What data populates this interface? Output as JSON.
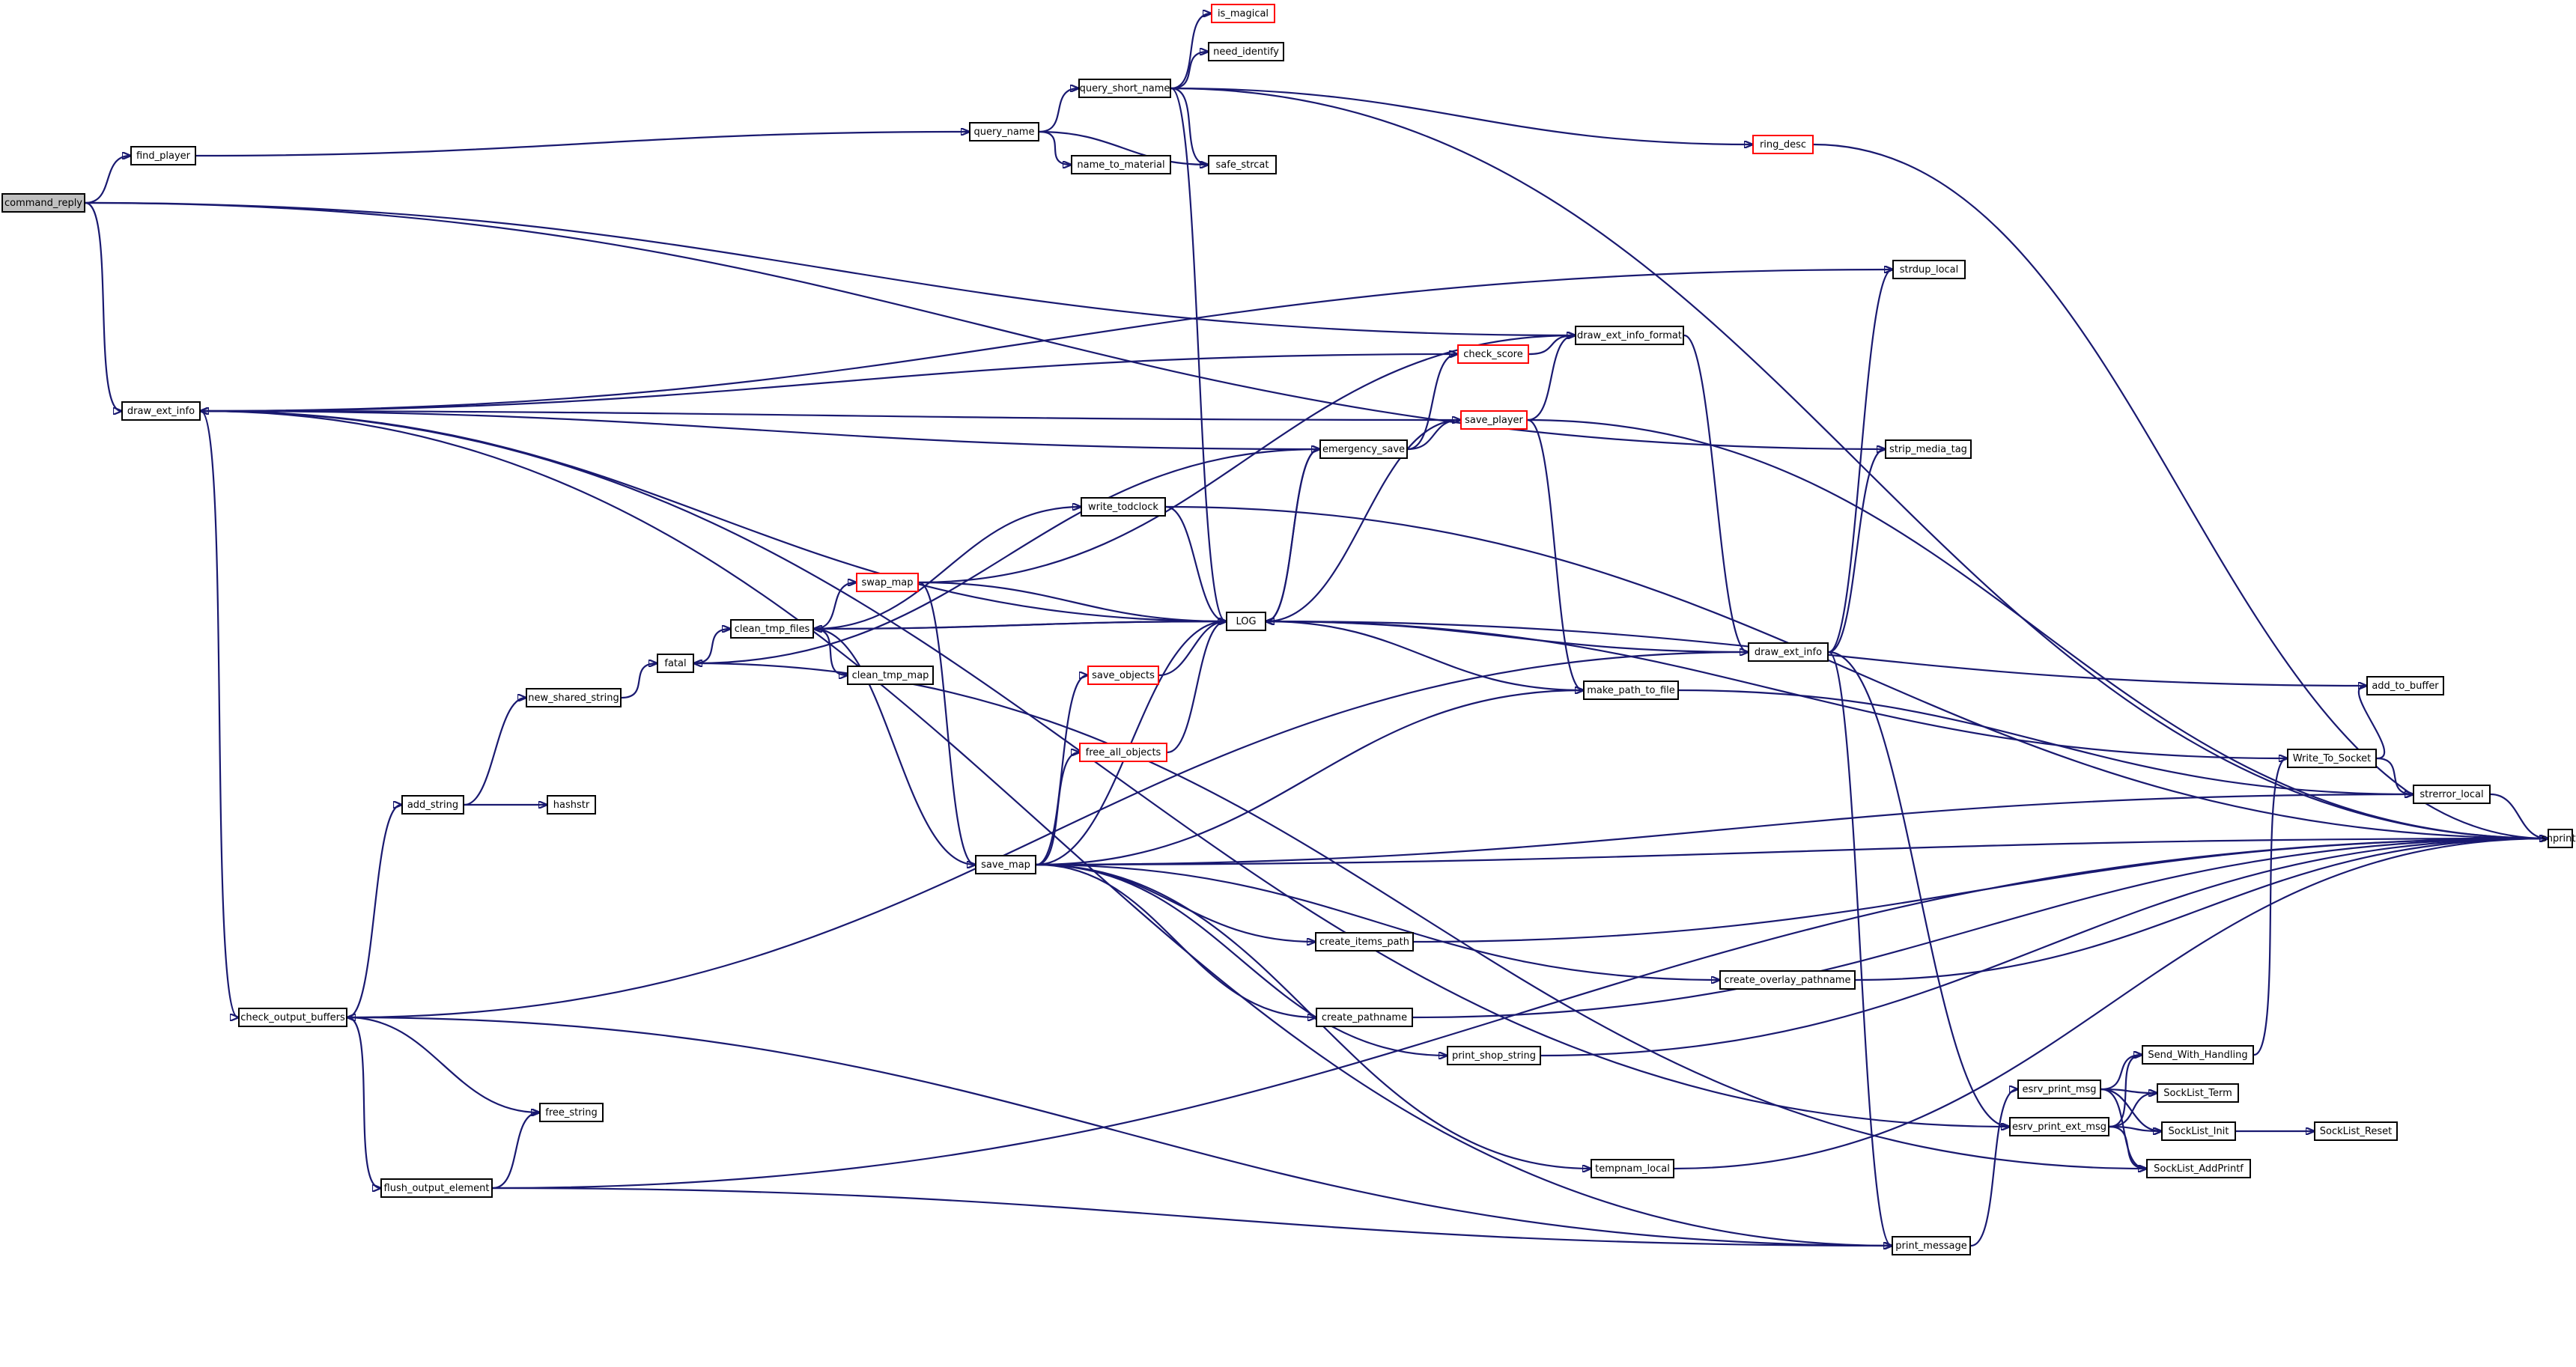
{
  "graph": {
    "root": "command_reply",
    "edge_color": "#191970",
    "red_border_color": "#ff0000",
    "root_fill": "#bfbfbf",
    "nodes": {
      "command_reply": {
        "label": "command_reply",
        "style": "root"
      },
      "find_player": {
        "label": "find_player",
        "style": "normal"
      },
      "query_name": {
        "label": "query_name",
        "style": "normal"
      },
      "query_short_name": {
        "label": "query_short_name",
        "style": "normal"
      },
      "is_magical": {
        "label": "is_magical",
        "style": "red"
      },
      "need_identify": {
        "label": "need_identify",
        "style": "normal"
      },
      "name_to_material": {
        "label": "name_to_material",
        "style": "normal"
      },
      "safe_strcat": {
        "label": "safe_strcat",
        "style": "normal"
      },
      "ring_desc": {
        "label": "ring_desc",
        "style": "red"
      },
      "draw_ext_info": {
        "label": "draw_ext_info",
        "style": "normal"
      },
      "strdup_local": {
        "label": "strdup_local",
        "style": "normal"
      },
      "check_score": {
        "label": "check_score",
        "style": "red"
      },
      "draw_ext_info_format": {
        "label": "draw_ext_info_format",
        "style": "normal"
      },
      "save_player": {
        "label": "save_player",
        "style": "red"
      },
      "emergency_save": {
        "label": "emergency_save",
        "style": "normal"
      },
      "strip_media_tag": {
        "label": "strip_media_tag",
        "style": "normal"
      },
      "write_todclock": {
        "label": "write_todclock",
        "style": "normal"
      },
      "swap_map": {
        "label": "swap_map",
        "style": "red"
      },
      "LOG": {
        "label": "LOG",
        "style": "normal"
      },
      "clean_tmp_files": {
        "label": "clean_tmp_files",
        "style": "normal"
      },
      "fatal": {
        "label": "fatal",
        "style": "normal"
      },
      "new_shared_string": {
        "label": "new_shared_string",
        "style": "normal"
      },
      "clean_tmp_map": {
        "label": "clean_tmp_map",
        "style": "normal"
      },
      "save_objects": {
        "label": "save_objects",
        "style": "red"
      },
      "draw_ext_info_2": {
        "label": "draw_ext_info",
        "style": "normal"
      },
      "make_path_to_file": {
        "label": "make_path_to_file",
        "style": "normal"
      },
      "add_to_buffer": {
        "label": "add_to_buffer",
        "style": "normal"
      },
      "free_all_objects": {
        "label": "free_all_objects",
        "style": "red"
      },
      "add_string": {
        "label": "add_string",
        "style": "normal"
      },
      "hashstr": {
        "label": "hashstr",
        "style": "normal"
      },
      "Write_To_Socket": {
        "label": "Write_To_Socket",
        "style": "normal"
      },
      "strerror_local": {
        "label": "strerror_local",
        "style": "normal"
      },
      "save_map": {
        "label": "save_map",
        "style": "normal"
      },
      "snprintf": {
        "label": "snprintf",
        "style": "normal"
      },
      "create_items_path": {
        "label": "create_items_path",
        "style": "normal"
      },
      "create_overlay_pathname": {
        "label": "create_overlay_pathname",
        "style": "normal"
      },
      "check_output_buffers": {
        "label": "check_output_buffers",
        "style": "normal"
      },
      "create_pathname": {
        "label": "create_pathname",
        "style": "normal"
      },
      "print_shop_string": {
        "label": "print_shop_string",
        "style": "normal"
      },
      "Send_With_Handling": {
        "label": "Send_With_Handling",
        "style": "normal"
      },
      "esrv_print_msg": {
        "label": "esrv_print_msg",
        "style": "normal"
      },
      "SockList_Term": {
        "label": "SockList_Term",
        "style": "normal"
      },
      "free_string": {
        "label": "free_string",
        "style": "normal"
      },
      "esrv_print_ext_msg": {
        "label": "esrv_print_ext_msg",
        "style": "normal"
      },
      "SockList_Init": {
        "label": "SockList_Init",
        "style": "normal"
      },
      "SockList_Reset": {
        "label": "SockList_Reset",
        "style": "normal"
      },
      "SockList_AddPrintf": {
        "label": "SockList_AddPrintf",
        "style": "normal"
      },
      "flush_output_element": {
        "label": "flush_output_element",
        "style": "normal"
      },
      "tempnam_local": {
        "label": "tempnam_local",
        "style": "normal"
      },
      "print_message": {
        "label": "print_message",
        "style": "normal"
      }
    },
    "edges": [
      [
        "command_reply",
        "find_player"
      ],
      [
        "command_reply",
        "draw_ext_info"
      ],
      [
        "command_reply",
        "draw_ext_info_format"
      ],
      [
        "command_reply",
        "strip_media_tag"
      ],
      [
        "find_player",
        "query_name"
      ],
      [
        "query_name",
        "query_short_name"
      ],
      [
        "query_name",
        "name_to_material"
      ],
      [
        "query_name",
        "safe_strcat"
      ],
      [
        "query_short_name",
        "is_magical"
      ],
      [
        "query_short_name",
        "need_identify"
      ],
      [
        "query_short_name",
        "safe_strcat"
      ],
      [
        "query_short_name",
        "ring_desc"
      ],
      [
        "query_short_name",
        "LOG"
      ],
      [
        "query_short_name",
        "snprintf"
      ],
      [
        "ring_desc",
        "snprintf"
      ],
      [
        "draw_ext_info",
        "strdup_local"
      ],
      [
        "draw_ext_info",
        "LOG"
      ],
      [
        "draw_ext_info",
        "check_output_buffers"
      ],
      [
        "draw_ext_info",
        "print_message"
      ],
      [
        "draw_ext_info",
        "esrv_print_ext_msg"
      ],
      [
        "check_score",
        "draw_ext_info"
      ],
      [
        "check_score",
        "draw_ext_info_format"
      ],
      [
        "save_player",
        "draw_ext_info"
      ],
      [
        "save_player",
        "draw_ext_info_format"
      ],
      [
        "save_player",
        "LOG"
      ],
      [
        "save_player",
        "make_path_to_file"
      ],
      [
        "save_player",
        "snprintf"
      ],
      [
        "emergency_save",
        "draw_ext_info"
      ],
      [
        "emergency_save",
        "check_score"
      ],
      [
        "emergency_save",
        "save_player"
      ],
      [
        "emergency_save",
        "LOG"
      ],
      [
        "draw_ext_info_format",
        "draw_ext_info_2"
      ],
      [
        "write_todclock",
        "LOG"
      ],
      [
        "write_todclock",
        "snprintf"
      ],
      [
        "swap_map",
        "draw_ext_info_format"
      ],
      [
        "swap_map",
        "LOG"
      ],
      [
        "swap_map",
        "save_map"
      ],
      [
        "LOG",
        "emergency_save"
      ],
      [
        "LOG",
        "clean_tmp_files"
      ],
      [
        "clean_tmp_files",
        "write_todclock"
      ],
      [
        "clean_tmp_files",
        "swap_map"
      ],
      [
        "clean_tmp_files",
        "LOG"
      ],
      [
        "clean_tmp_files",
        "clean_tmp_map"
      ],
      [
        "clean_tmp_files",
        "save_map"
      ],
      [
        "fatal",
        "emergency_save"
      ],
      [
        "fatal",
        "clean_tmp_files"
      ],
      [
        "new_shared_string",
        "fatal"
      ],
      [
        "add_string",
        "new_shared_string"
      ],
      [
        "add_string",
        "hashstr"
      ],
      [
        "save_objects",
        "LOG"
      ],
      [
        "free_all_objects",
        "LOG"
      ],
      [
        "draw_ext_info_2",
        "LOG"
      ],
      [
        "draw_ext_info_2",
        "strdup_local"
      ],
      [
        "draw_ext_info_2",
        "strip_media_tag"
      ],
      [
        "draw_ext_info_2",
        "check_output_buffers"
      ],
      [
        "draw_ext_info_2",
        "print_message"
      ],
      [
        "draw_ext_info_2",
        "esrv_print_ext_msg"
      ],
      [
        "make_path_to_file",
        "LOG"
      ],
      [
        "make_path_to_file",
        "strerror_local"
      ],
      [
        "add_to_buffer",
        "LOG"
      ],
      [
        "Write_To_Socket",
        "add_to_buffer"
      ],
      [
        "Write_To_Socket",
        "strerror_local"
      ],
      [
        "Write_To_Socket",
        "LOG"
      ],
      [
        "strerror_local",
        "snprintf"
      ],
      [
        "save_map",
        "save_objects"
      ],
      [
        "save_map",
        "free_all_objects"
      ],
      [
        "save_map",
        "LOG"
      ],
      [
        "save_map",
        "make_path_to_file"
      ],
      [
        "save_map",
        "strerror_local"
      ],
      [
        "save_map",
        "snprintf"
      ],
      [
        "save_map",
        "create_items_path"
      ],
      [
        "save_map",
        "create_overlay_pathname"
      ],
      [
        "save_map",
        "create_pathname"
      ],
      [
        "save_map",
        "print_shop_string"
      ],
      [
        "save_map",
        "tempnam_local"
      ],
      [
        "create_items_path",
        "snprintf"
      ],
      [
        "create_overlay_pathname",
        "snprintf"
      ],
      [
        "create_pathname",
        "snprintf"
      ],
      [
        "print_shop_string",
        "snprintf"
      ],
      [
        "tempnam_local",
        "snprintf"
      ],
      [
        "check_output_buffers",
        "add_string"
      ],
      [
        "check_output_buffers",
        "free_string"
      ],
      [
        "check_output_buffers",
        "flush_output_element"
      ],
      [
        "check_output_buffers",
        "print_message"
      ],
      [
        "flush_output_element",
        "free_string"
      ],
      [
        "flush_output_element",
        "print_message"
      ],
      [
        "flush_output_element",
        "snprintf"
      ],
      [
        "print_message",
        "esrv_print_msg"
      ],
      [
        "esrv_print_msg",
        "Send_With_Handling"
      ],
      [
        "esrv_print_msg",
        "SockList_Term"
      ],
      [
        "esrv_print_msg",
        "SockList_Init"
      ],
      [
        "esrv_print_msg",
        "SockList_AddPrintf"
      ],
      [
        "esrv_print_ext_msg",
        "Send_With_Handling"
      ],
      [
        "esrv_print_ext_msg",
        "SockList_Term"
      ],
      [
        "esrv_print_ext_msg",
        "SockList_Init"
      ],
      [
        "esrv_print_ext_msg",
        "SockList_AddPrintf"
      ],
      [
        "Send_With_Handling",
        "Write_To_Socket"
      ],
      [
        "SockList_Init",
        "SockList_Reset"
      ],
      [
        "SockList_AddPrintf",
        "fatal"
      ]
    ]
  }
}
